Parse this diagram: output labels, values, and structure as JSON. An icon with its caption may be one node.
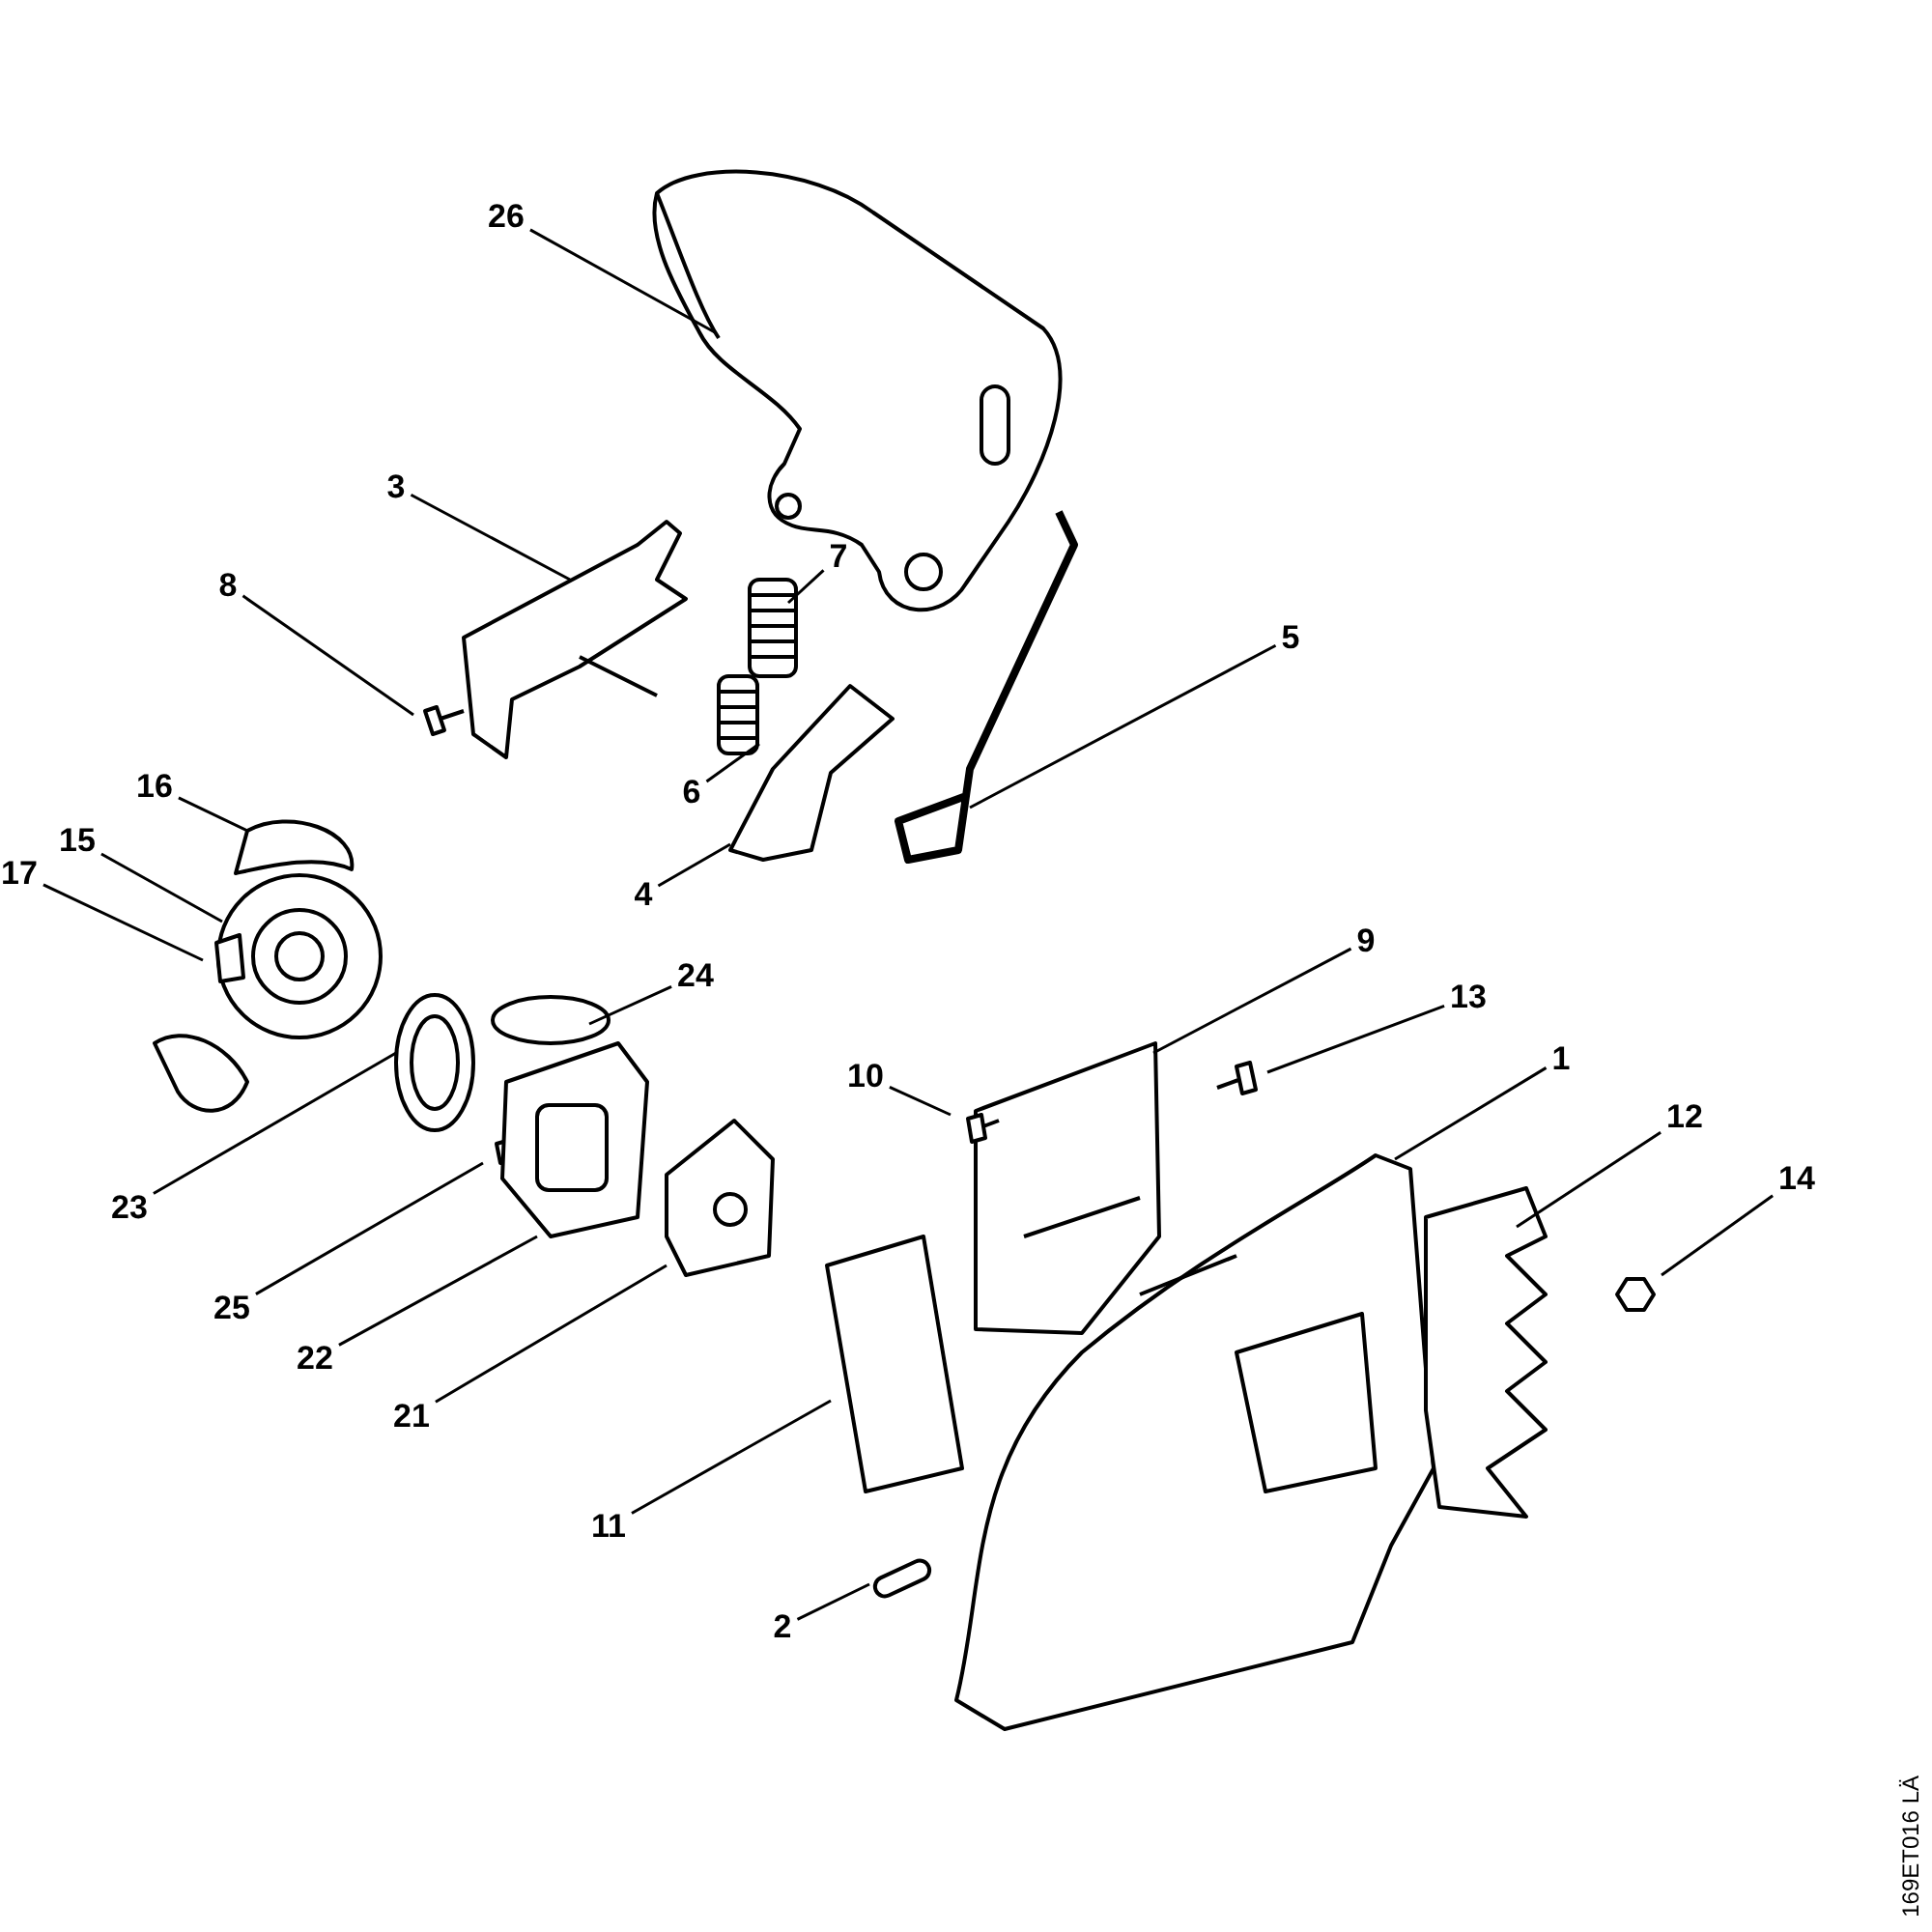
{
  "diagram": {
    "nodes": [
      {
        "text": [
          "26"
        ]
      },
      {
        "text": [
          "3"
        ]
      },
      {
        "text": [
          "7"
        ]
      },
      {
        "text": [
          "8"
        ]
      },
      {
        "text": [
          "5"
        ]
      },
      {
        "text": [
          "6"
        ]
      },
      {
        "text": [
          "16"
        ]
      },
      {
        "text": [
          "15"
        ]
      },
      {
        "text": [
          "4"
        ]
      },
      {
        "text": [
          "17"
        ]
      },
      {
        "text": [
          "9"
        ]
      },
      {
        "text": [
          "24"
        ]
      },
      {
        "text": [
          "13"
        ]
      },
      {
        "text": [
          "1"
        ]
      },
      {
        "text": [
          "10"
        ]
      },
      {
        "text": [
          "12"
        ]
      },
      {
        "text": [
          "14"
        ]
      },
      {
        "text": [
          "23"
        ]
      },
      {
        "text": [
          "25"
        ]
      },
      {
        "text": [
          "22"
        ]
      },
      {
        "text": [
          "21"
        ]
      },
      {
        "text": [
          "11"
        ]
      },
      {
        "text": [
          "2"
        ]
      }
    ],
    "edges": [
      {
        "from": 0,
        "to": null,
        "arrow": "none"
      },
      {
        "from": 1,
        "to": null,
        "arrow": "none"
      },
      {
        "from": 2,
        "to": null,
        "arrow": "none"
      },
      {
        "from": 3,
        "to": null,
        "arrow": "none"
      },
      {
        "from": 4,
        "to": null,
        "arrow": "none"
      },
      {
        "from": 5,
        "to": null,
        "arrow": "none"
      },
      {
        "from": 6,
        "to": null,
        "arrow": "none"
      },
      {
        "from": 7,
        "to": null,
        "arrow": "none"
      },
      {
        "from": 8,
        "to": null,
        "arrow": "none"
      },
      {
        "from": 9,
        "to": null,
        "arrow": "none"
      },
      {
        "from": 10,
        "to": null,
        "arrow": "none"
      },
      {
        "from": 11,
        "to": null,
        "arrow": "none"
      },
      {
        "from": 12,
        "to": null,
        "arrow": "none"
      },
      {
        "from": 13,
        "to": null,
        "arrow": "none"
      },
      {
        "from": 14,
        "to": null,
        "arrow": "none"
      },
      {
        "from": 15,
        "to": null,
        "arrow": "none"
      },
      {
        "from": 16,
        "to": null,
        "arrow": "none"
      },
      {
        "from": 17,
        "to": null,
        "arrow": "none"
      },
      {
        "from": 18,
        "to": null,
        "arrow": "none"
      },
      {
        "from": 19,
        "to": null,
        "arrow": "none"
      },
      {
        "from": 20,
        "to": null,
        "arrow": "none"
      },
      {
        "from": 21,
        "to": null,
        "arrow": "none"
      },
      {
        "from": 22,
        "to": null,
        "arrow": "none"
      }
    ],
    "labels": [
      "169ET016 LÄ"
    ]
  }
}
